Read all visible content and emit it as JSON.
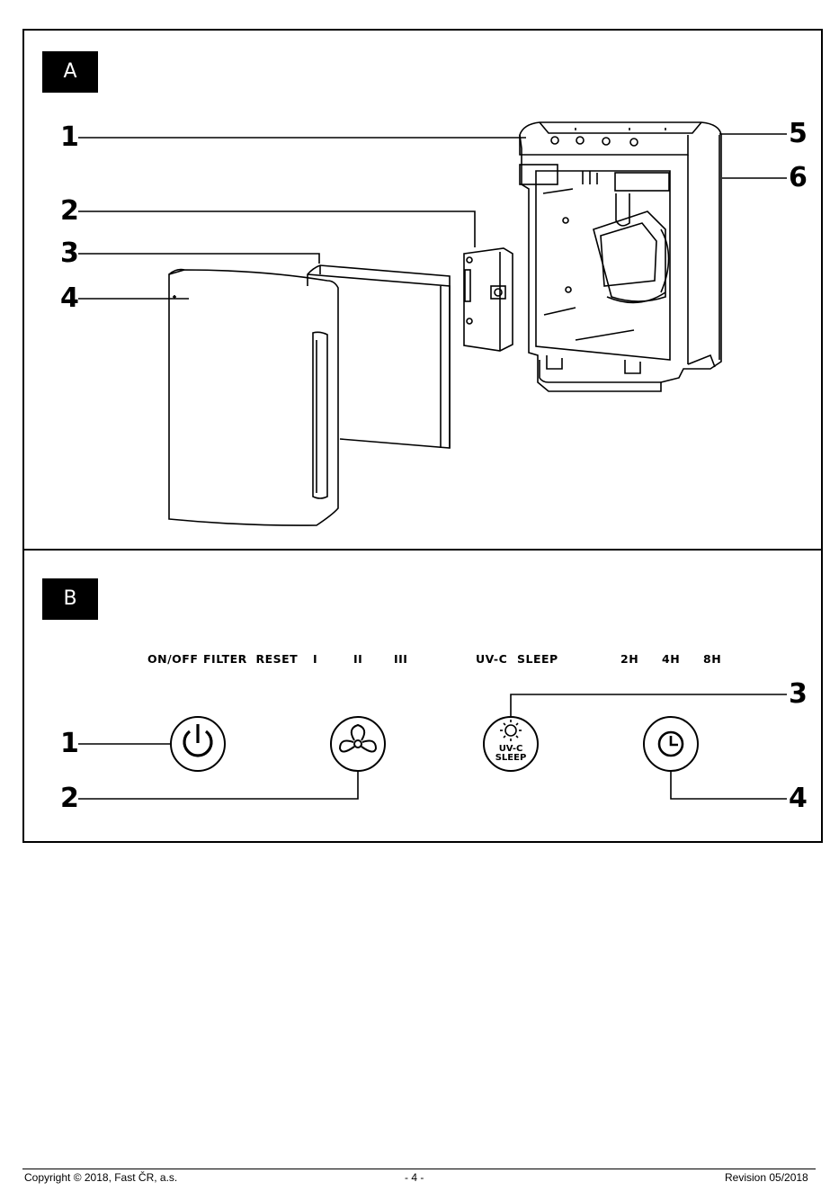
{
  "panel_a": {
    "tag": "A",
    "callouts": [
      "1",
      "2",
      "3",
      "4",
      "5",
      "6"
    ]
  },
  "panel_b": {
    "tag": "B",
    "labels": {
      "on_off": "ON/OFF",
      "filter_reset": "FILTER  RESET",
      "speed_1": "I",
      "speed_2": "II",
      "speed_3": "III",
      "uvc": "UV-C",
      "sleep": "SLEEP",
      "t2h": "2H",
      "t4h": "4H",
      "t8h": "8H"
    },
    "button_uvc_text": [
      "UV-C",
      "SLEEP"
    ],
    "callouts": [
      "1",
      "2",
      "3",
      "4"
    ]
  },
  "footer": {
    "copyright": "Copyright © 2018, Fast ČR, a.s.",
    "page": "- 4 -",
    "revision": "Revision 05/2018"
  }
}
